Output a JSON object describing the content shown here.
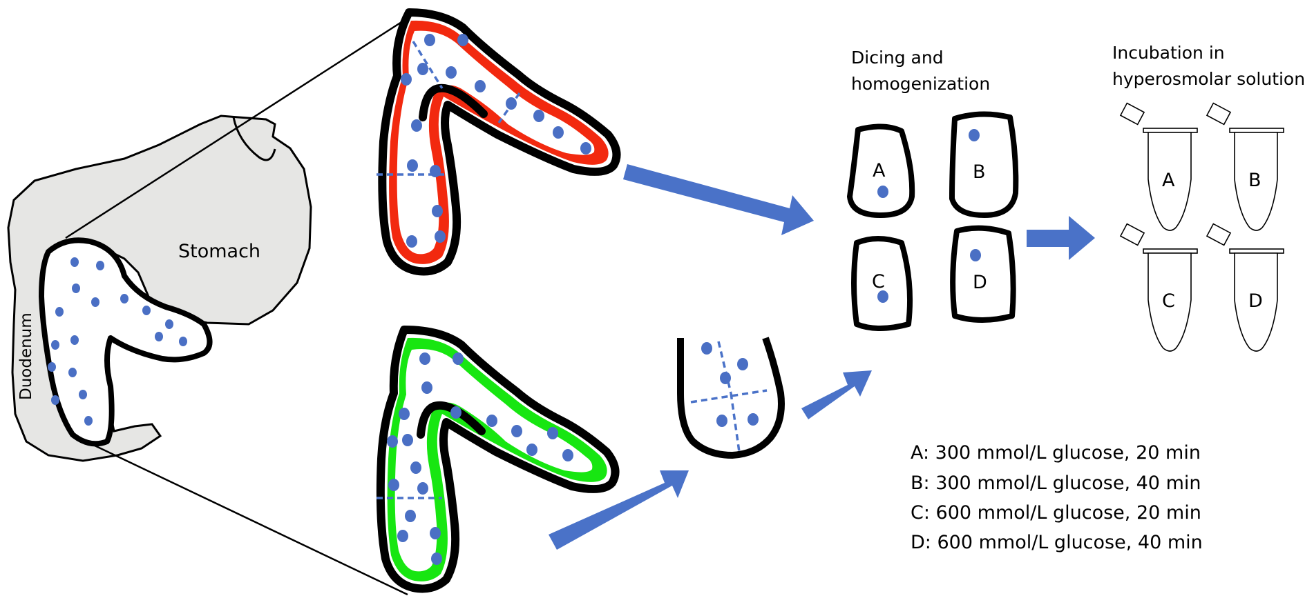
{
  "labels": {
    "stomach": "Stomach",
    "duodenum": "Duodenum",
    "dicing_line1": "Dicing and",
    "dicing_line2": "homogenization",
    "incubation_line1": "Incubation in",
    "incubation_line2": "hyperosmolar solution"
  },
  "samples": {
    "a": "A",
    "b": "B",
    "c": "C",
    "d": "D"
  },
  "legend": [
    "A: 300 mmol/L glucose, 20 min",
    "B: 300 mmol/L glucose, 40 min",
    "C: 600 mmol/L glucose, 20 min",
    "D: 600 mmol/L glucose, 40 min"
  ],
  "colors": {
    "stomach_fill": "#e6e6e4",
    "red_layer": "#f2290f",
    "green_layer": "#17e611",
    "dot": "#4a6fc4",
    "arrow": "#4a72c8",
    "dash": "#4a72c8"
  }
}
